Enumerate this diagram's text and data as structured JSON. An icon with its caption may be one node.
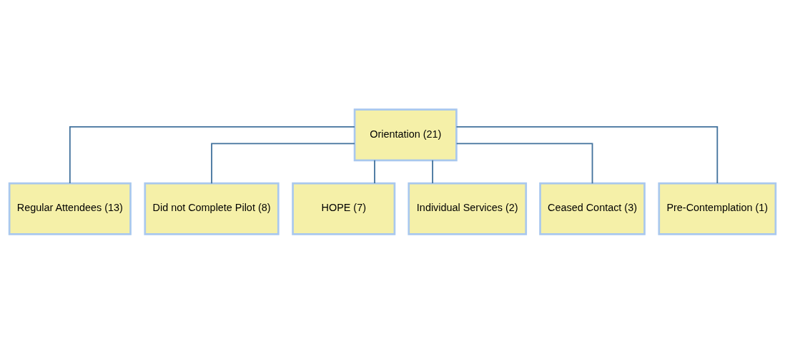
{
  "diagram": {
    "nodes": [
      {
        "text": [
          "Orientation (21)"
        ]
      },
      {
        "text": [
          "Regular Attendees (13)"
        ]
      },
      {
        "text": [
          "Did not Complete Pilot (8)"
        ]
      },
      {
        "text": [
          "HOPE (7)"
        ]
      },
      {
        "text": [
          "Individual Services (2)"
        ]
      },
      {
        "text": [
          "Ceased Contact (3)"
        ]
      },
      {
        "text": [
          "Pre-Contemplation (1)"
        ]
      }
    ],
    "edges": [
      {
        "from": 0,
        "to": 1,
        "arrow": "none"
      },
      {
        "from": 0,
        "to": 2,
        "arrow": "none"
      },
      {
        "from": 0,
        "to": 3,
        "arrow": "none"
      },
      {
        "from": 0,
        "to": 4,
        "arrow": "none"
      },
      {
        "from": 0,
        "to": 5,
        "arrow": "none"
      },
      {
        "from": 0,
        "to": 6,
        "arrow": "none"
      }
    ]
  }
}
